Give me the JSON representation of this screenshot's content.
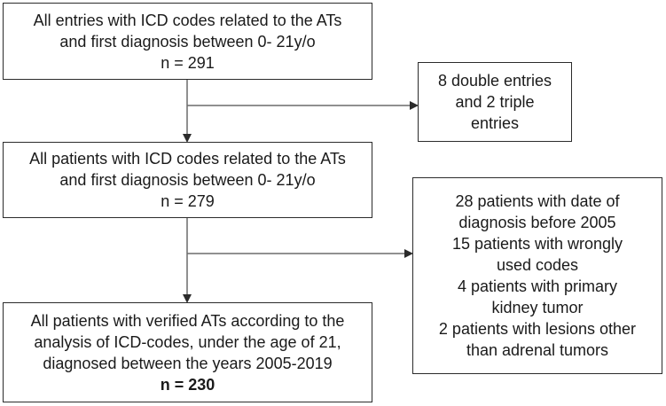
{
  "flowchart": {
    "box1": {
      "lines": [
        "All entries with ICD codes related to the ATs",
        "and first diagnosis between 0- 21y/o",
        "n = 291"
      ]
    },
    "box2": {
      "lines": [
        "8 double entries",
        "and 2 triple",
        "entries"
      ]
    },
    "box3": {
      "lines": [
        "All patients with ICD codes related to the ATs",
        "and first diagnosis between 0- 21y/o",
        "n = 279"
      ]
    },
    "box4": {
      "lines": [
        "28 patients with date of",
        "diagnosis before 2005",
        "15 patients with wrongly",
        "used codes",
        "4 patients with primary",
        "kidney tumor",
        "2 patients with lesions other",
        "than adrenal tumors"
      ]
    },
    "box5": {
      "lines": [
        "All patients with verified ATs according to the",
        "analysis of ICD-codes, under the age of 21,",
        "diagnosed between the years 2005-2019",
        "n = 230"
      ]
    }
  },
  "colors": {
    "border": "#2b2b2b",
    "arrow": "#6b6b6b",
    "text": "#1a1a1a"
  }
}
